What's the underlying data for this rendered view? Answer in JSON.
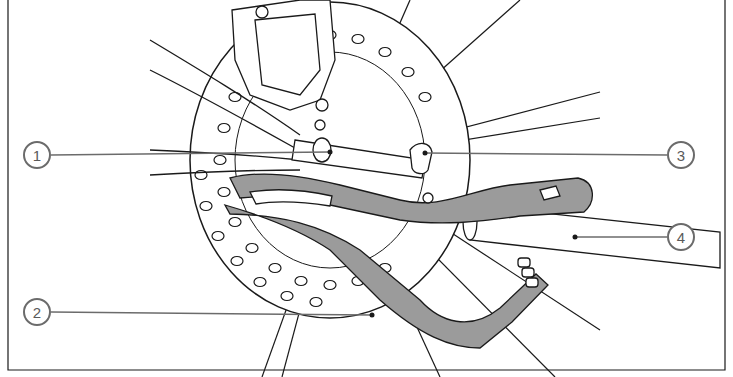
{
  "diagram": {
    "nodes": [
      {
        "text": [
          "1"
        ]
      },
      {
        "text": [
          "3"
        ]
      },
      {
        "text": [
          "4"
        ]
      },
      {
        "text": [
          "2"
        ]
      }
    ]
  }
}
